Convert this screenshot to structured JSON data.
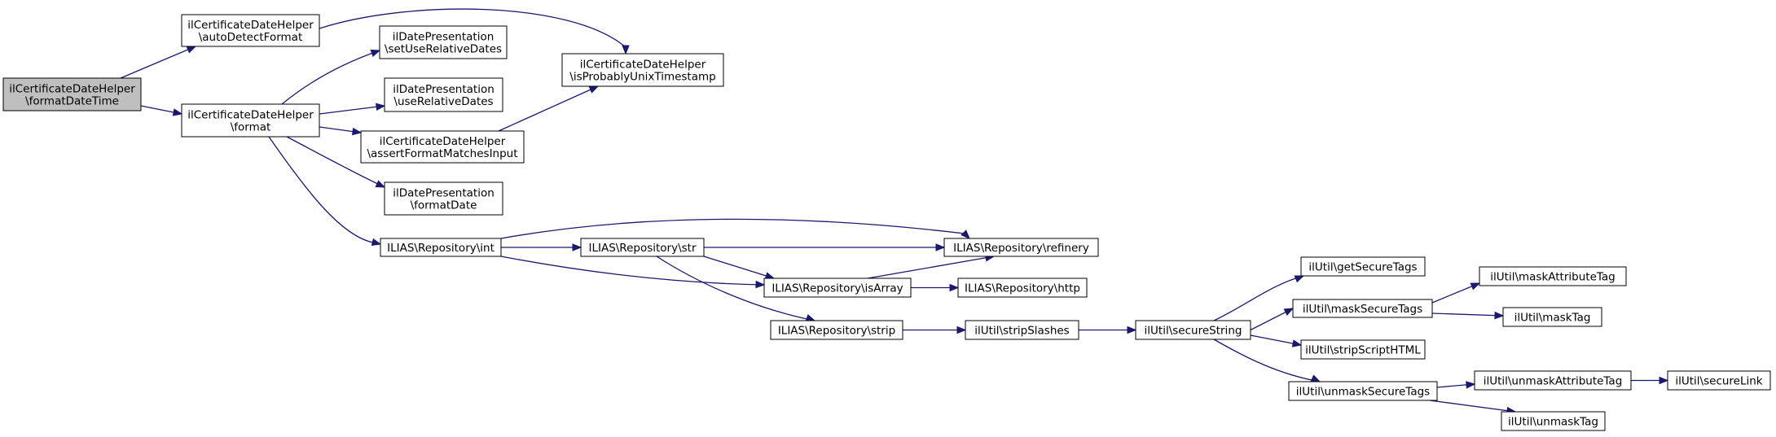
{
  "diagram": {
    "type": "call-graph",
    "colors": {
      "edge": "#191970",
      "root_fill": "#bfbfbf",
      "node_fill": "#ffffff",
      "node_border": "#000000"
    },
    "nodes": [
      {
        "id": "n0",
        "lines": [
          "ilCertificateDateHelper",
          "\\formatDateTime"
        ],
        "root": true
      },
      {
        "id": "n1",
        "lines": [
          "ilCertificateDateHelper",
          "\\autoDetectFormat"
        ]
      },
      {
        "id": "n2",
        "lines": [
          "ilCertificateDateHelper",
          "\\format"
        ]
      },
      {
        "id": "n3",
        "lines": [
          "ilCertificateDateHelper",
          "\\isProbablyUnixTimestamp"
        ]
      },
      {
        "id": "n4",
        "lines": [
          "ilDatePresentation",
          "\\setUseRelativeDates"
        ]
      },
      {
        "id": "n5",
        "lines": [
          "ilDatePresentation",
          "\\useRelativeDates"
        ]
      },
      {
        "id": "n6",
        "lines": [
          "ilCertificateDateHelper",
          "\\assertFormatMatchesInput"
        ]
      },
      {
        "id": "n7",
        "lines": [
          "ilDatePresentation",
          "\\formatDate"
        ]
      },
      {
        "id": "n8",
        "lines": [
          "ILIAS\\Repository\\int"
        ]
      },
      {
        "id": "n9",
        "lines": [
          "ILIAS\\Repository\\str"
        ]
      },
      {
        "id": "n10",
        "lines": [
          "ILIAS\\Repository\\refinery"
        ]
      },
      {
        "id": "n11",
        "lines": [
          "ILIAS\\Repository\\isArray"
        ]
      },
      {
        "id": "n12",
        "lines": [
          "ILIAS\\Repository\\http"
        ]
      },
      {
        "id": "n13",
        "lines": [
          "ILIAS\\Repository\\strip"
        ]
      },
      {
        "id": "n14",
        "lines": [
          "ilUtil\\stripSlashes"
        ]
      },
      {
        "id": "n15",
        "lines": [
          "ilUtil\\secureString"
        ]
      },
      {
        "id": "n16",
        "lines": [
          "ilUtil\\getSecureTags"
        ]
      },
      {
        "id": "n17",
        "lines": [
          "ilUtil\\maskSecureTags"
        ]
      },
      {
        "id": "n18",
        "lines": [
          "ilUtil\\stripScriptHTML"
        ]
      },
      {
        "id": "n19",
        "lines": [
          "ilUtil\\unmaskSecureTags"
        ]
      },
      {
        "id": "n20",
        "lines": [
          "ilUtil\\maskAttributeTag"
        ]
      },
      {
        "id": "n21",
        "lines": [
          "ilUtil\\maskTag"
        ]
      },
      {
        "id": "n22",
        "lines": [
          "ilUtil\\unmaskAttributeTag"
        ]
      },
      {
        "id": "n23",
        "lines": [
          "ilUtil\\unmaskTag"
        ]
      },
      {
        "id": "n24",
        "lines": [
          "ilUtil\\secureLink"
        ]
      }
    ],
    "edges": [
      {
        "from": "n0",
        "to": "n1"
      },
      {
        "from": "n0",
        "to": "n2"
      },
      {
        "from": "n1",
        "to": "n3"
      },
      {
        "from": "n2",
        "to": "n4"
      },
      {
        "from": "n2",
        "to": "n5"
      },
      {
        "from": "n2",
        "to": "n6"
      },
      {
        "from": "n2",
        "to": "n7"
      },
      {
        "from": "n2",
        "to": "n8"
      },
      {
        "from": "n6",
        "to": "n3"
      },
      {
        "from": "n8",
        "to": "n9"
      },
      {
        "from": "n8",
        "to": "n10"
      },
      {
        "from": "n8",
        "to": "n11"
      },
      {
        "from": "n9",
        "to": "n10"
      },
      {
        "from": "n9",
        "to": "n11"
      },
      {
        "from": "n9",
        "to": "n13"
      },
      {
        "from": "n11",
        "to": "n10"
      },
      {
        "from": "n11",
        "to": "n12"
      },
      {
        "from": "n13",
        "to": "n14"
      },
      {
        "from": "n14",
        "to": "n15"
      },
      {
        "from": "n15",
        "to": "n16"
      },
      {
        "from": "n15",
        "to": "n17"
      },
      {
        "from": "n15",
        "to": "n18"
      },
      {
        "from": "n15",
        "to": "n19"
      },
      {
        "from": "n17",
        "to": "n20"
      },
      {
        "from": "n17",
        "to": "n21"
      },
      {
        "from": "n19",
        "to": "n22"
      },
      {
        "from": "n19",
        "to": "n23"
      },
      {
        "from": "n22",
        "to": "n24"
      }
    ]
  }
}
